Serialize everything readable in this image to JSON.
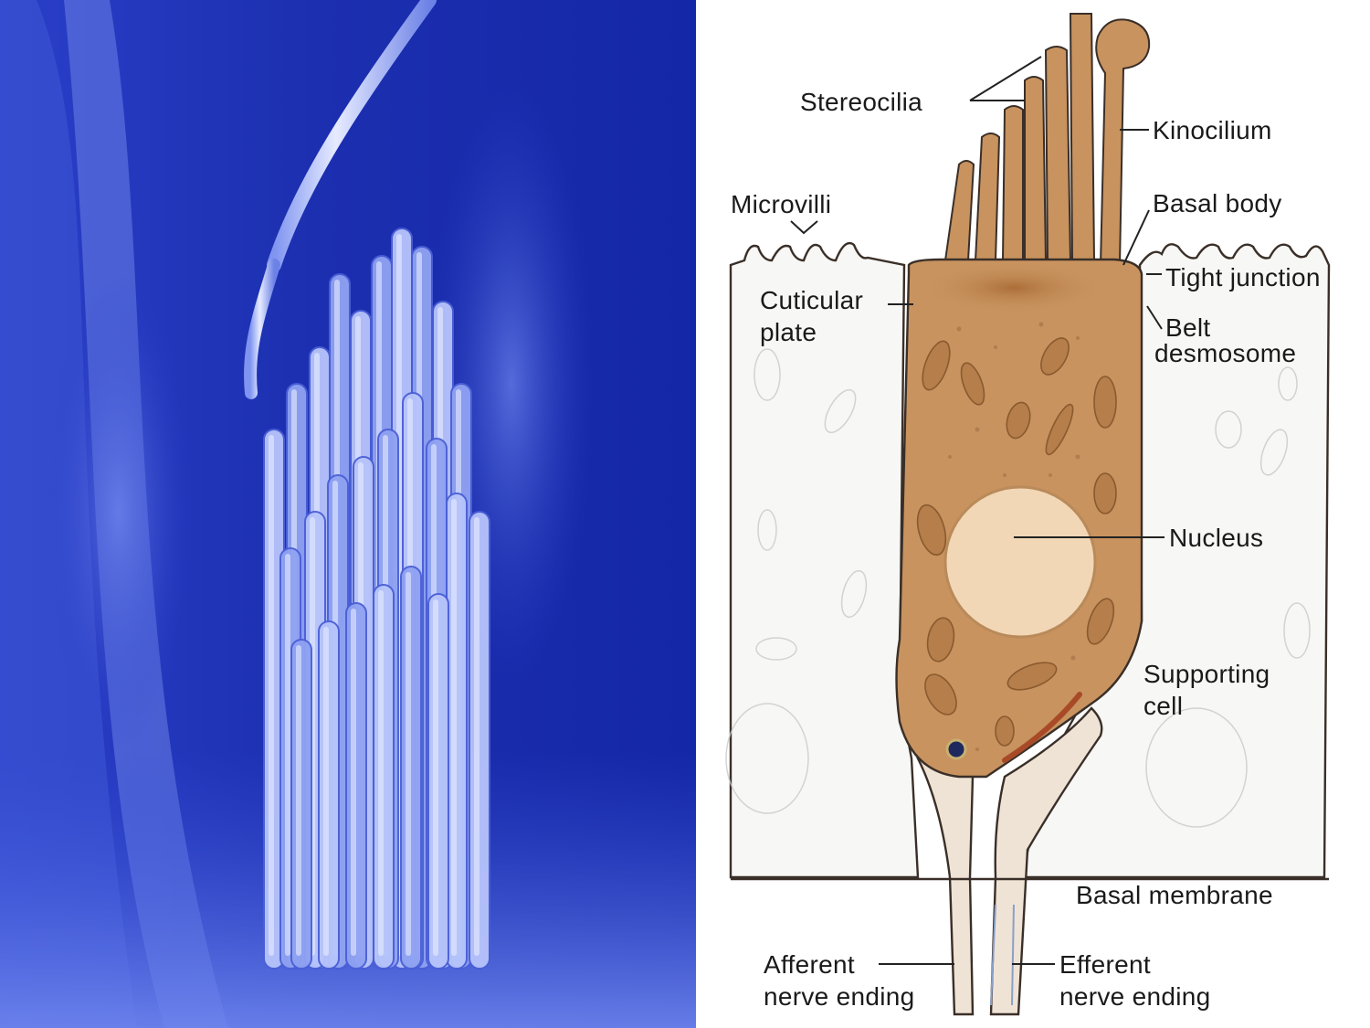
{
  "colors": {
    "sem_background": "#1a2fb8",
    "sem_highlight": "#cfd8ff",
    "hair_cell_fill": "#c8935f",
    "cuticular_plate": "#a86a34",
    "nucleus_fill": "#f2d7b6",
    "supporting_cell_fill": "#f7f7f5",
    "synaptic_ribbon": "#a84a28",
    "nerve_fill": "#efe3d6"
  },
  "micrograph": {
    "subject": "stereocilia bundle micrograph"
  },
  "diagram": {
    "labels": {
      "stereocilia": "Stereocilia",
      "kinocilium": "Kinocilium",
      "microvilli": "Microvilli",
      "basal_body": "Basal body",
      "tight_junction": "Tight junction",
      "cuticular_line1": "Cuticular",
      "cuticular_line2": "plate",
      "belt_line1": "Belt",
      "belt_line2": "desmosome",
      "nucleus": "Nucleus",
      "supporting_line1": "Supporting",
      "supporting_line2": "cell",
      "basal_membrane": "Basal membrane",
      "afferent_line1": "Afferent",
      "afferent_line2": "nerve ending",
      "efferent_line1": "Efferent",
      "efferent_line2": "nerve ending"
    }
  }
}
